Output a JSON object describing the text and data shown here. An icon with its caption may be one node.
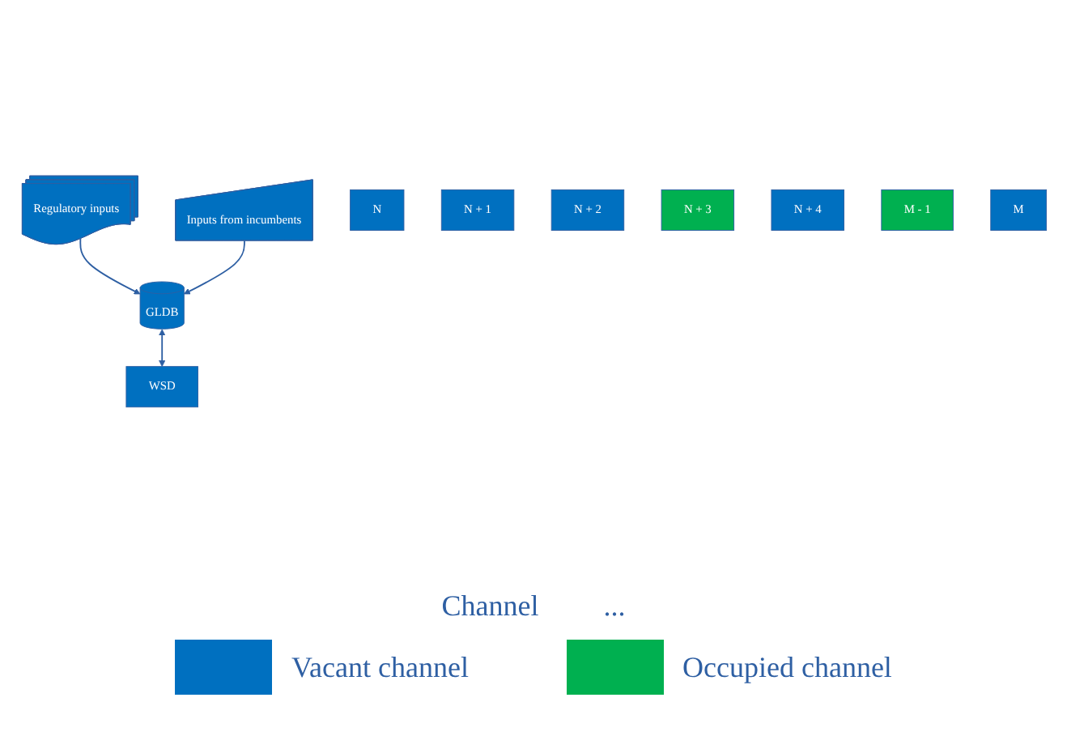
{
  "diagram": {
    "nodes": [
      {
        "text": [
          "Regulatory inputs"
        ]
      },
      {
        "text": [
          "GLDB"
        ]
      },
      {
        "text": [
          "Inputs from incumbents"
        ]
      },
      {
        "text": [
          "WSD"
        ]
      },
      {
        "text": [
          "N"
        ]
      },
      {
        "text": [
          "N + 1"
        ]
      },
      {
        "text": [
          "N + 2"
        ]
      },
      {
        "text": [
          "N + 3"
        ]
      },
      {
        "text": [
          "N + 4"
        ]
      },
      {
        "text": [
          "M - 1"
        ]
      },
      {
        "text": [
          "M"
        ]
      }
    ],
    "edges": [
      {
        "from": 0,
        "to": 1,
        "arrow": "to"
      },
      {
        "from": 2,
        "to": 1,
        "arrow": "to"
      },
      {
        "from": 1,
        "to": 3,
        "arrow": "both"
      }
    ],
    "labels": [
      "Channel",
      "..."
    ],
    "legend": [
      {
        "text": "Vacant channel",
        "color": "#0070c0"
      },
      {
        "text": "Occupied channel",
        "color": "#00b050"
      }
    ]
  }
}
